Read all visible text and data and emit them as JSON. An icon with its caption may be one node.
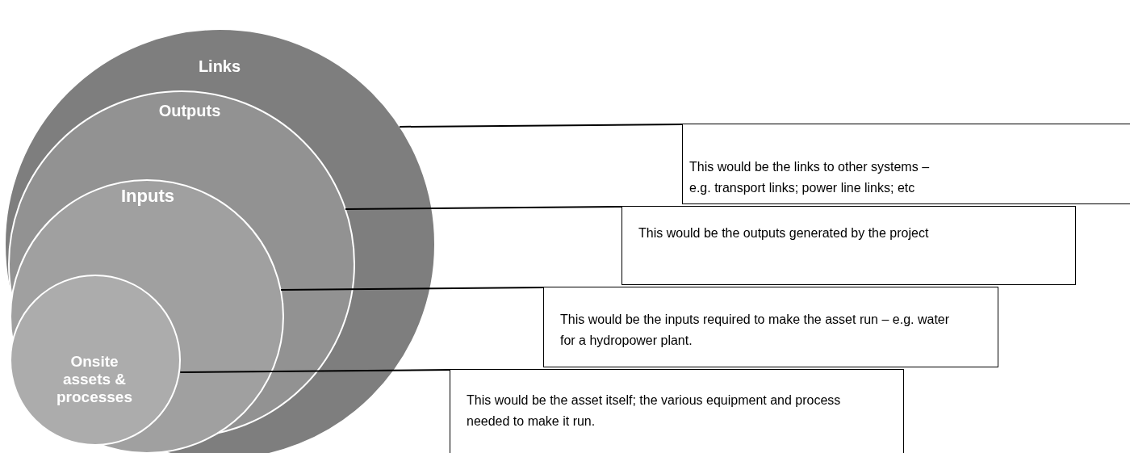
{
  "diagram": {
    "nodes": [
      {
        "text": [
          "Links"
        ]
      },
      {
        "text": [
          "Outputs"
        ],
        "in": 0
      },
      {
        "text": [
          "Inputs"
        ],
        "in": 1
      },
      {
        "text": [
          "Onsite assets & processes"
        ],
        "in": 2
      },
      {
        "text": [
          "This would be the links to other systems – e.g. transport links; power line links; etc"
        ]
      },
      {
        "text": [
          "This would be the outputs generated by the project"
        ]
      },
      {
        "text": [
          "This would be the inputs required to make the asset run – e.g. water for a hydropower plant."
        ]
      },
      {
        "text": [
          "This would be the asset itself; the various equipment and process needed to make it run."
        ]
      }
    ],
    "edges": [
      {
        "from": 4,
        "to": 0,
        "arrow": "none"
      },
      {
        "from": 5,
        "to": 1,
        "arrow": "none"
      },
      {
        "from": 6,
        "to": 2,
        "arrow": "none"
      },
      {
        "from": 7,
        "to": 3,
        "arrow": "none"
      }
    ]
  }
}
